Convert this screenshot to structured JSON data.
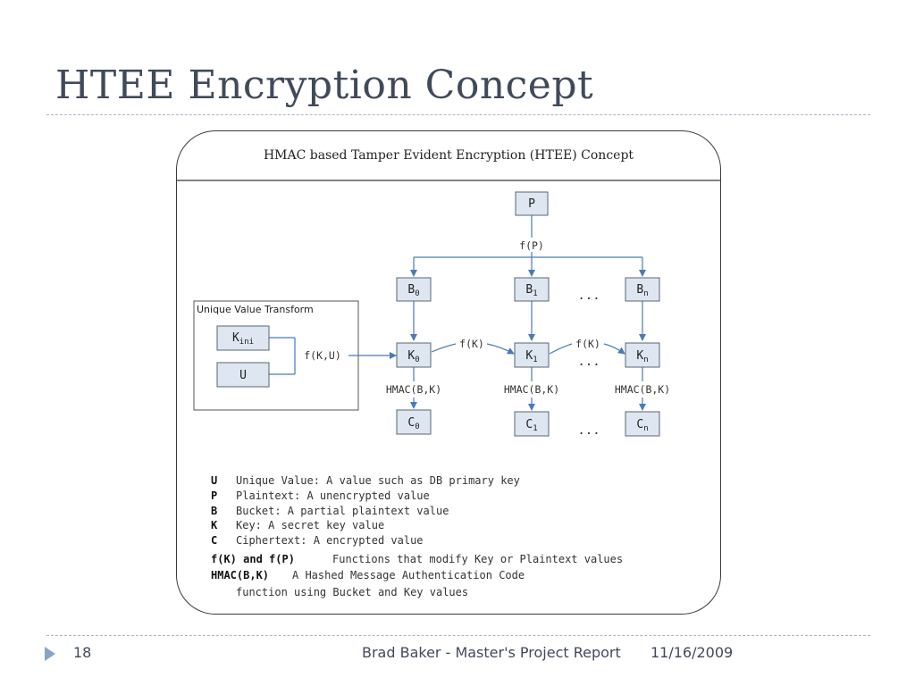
{
  "slide": {
    "title": "HTEE Encryption Concept",
    "page_number": "18",
    "footer": "Brad Baker - Master's Project Report",
    "date": "11/16/2009"
  },
  "diagram": {
    "header": "HMAC based Tamper Evident Encryption (HTEE) Concept",
    "uvt_label": "Unique Value Transform",
    "nodes": {
      "P": "P",
      "Kini_base": "K",
      "Kini_sub": "ini",
      "U": "U",
      "B0_base": "B",
      "B0_sub": "0",
      "B1_base": "B",
      "B1_sub": "1",
      "Bn_base": "B",
      "Bn_sub": "n",
      "K0_base": "K",
      "K0_sub": "0",
      "K1_base": "K",
      "K1_sub": "1",
      "Kn_base": "K",
      "Kn_sub": "n",
      "C0_base": "C",
      "C0_sub": "0",
      "C1_base": "C",
      "C1_sub": "1",
      "Cn_base": "C",
      "Cn_sub": "n"
    },
    "edge_labels": {
      "fP": "f(P)",
      "fKU": "f(K,U)",
      "fK1": "f(K)",
      "fK2": "f(K)",
      "hmac0": "HMAC(B,K)",
      "hmac1": "HMAC(B,K)",
      "hmacn": "HMAC(B,K)"
    },
    "ellipsis": "...",
    "legend": [
      {
        "key": "U",
        "text": "Unique Value: A value such as DB primary key"
      },
      {
        "key": "P",
        "text": "Plaintext: A unencrypted value"
      },
      {
        "key": "B",
        "text": "Bucket: A partial plaintext value"
      },
      {
        "key": "K",
        "text": "Key: A secret key value"
      },
      {
        "key": "C",
        "text": "Ciphertext: A encrypted value"
      },
      {
        "key": "f(K) and f(P)",
        "text": "Functions that modify Key or Plaintext values"
      },
      {
        "key": "HMAC(B,K)",
        "text": "A Hashed Message Authentication Code"
      }
    ],
    "legend_continuation": "function using Bucket and Key values"
  },
  "colors": {
    "node_fill": "#dde6f1",
    "node_stroke": "#5a6470",
    "arrow": "#4a7ab8",
    "title": "#404a5a",
    "footer_arrow": "#8aa4c4"
  }
}
